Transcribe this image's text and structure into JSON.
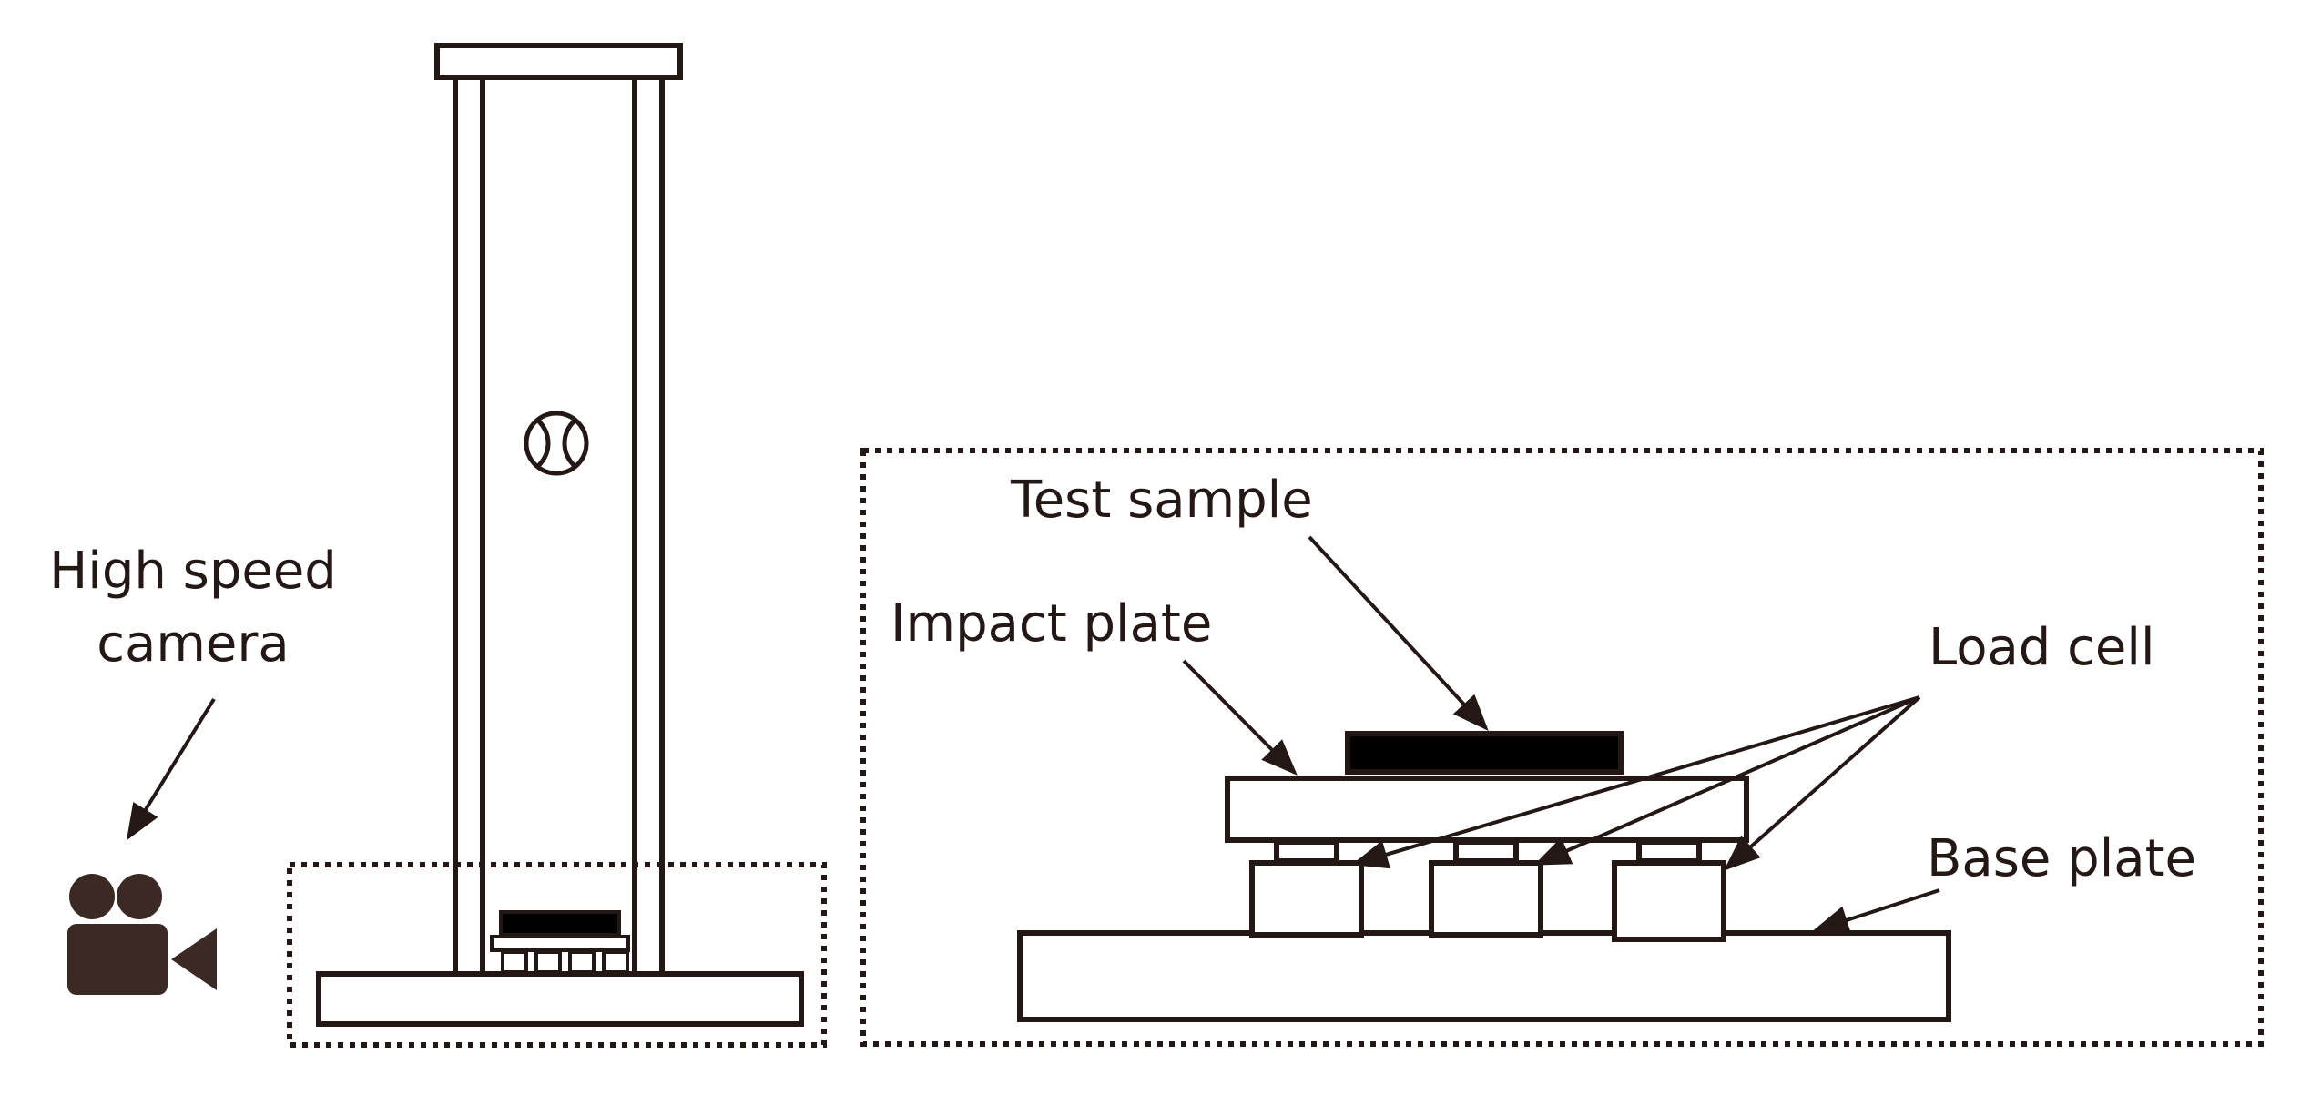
{
  "labels": {
    "camera_line1": "High speed",
    "camera_line2": "camera",
    "test_sample": "Test sample",
    "impact_plate": "Impact plate",
    "load_cell": "Load cell",
    "base_plate": "Base plate"
  },
  "colors": {
    "stroke": "#231815",
    "fill_dark": "#000000",
    "camera_icon": "#3b2a24",
    "background": "#ffffff"
  },
  "icons": {
    "camera": "video-camera-icon",
    "ball": "tennis-ball-icon"
  }
}
